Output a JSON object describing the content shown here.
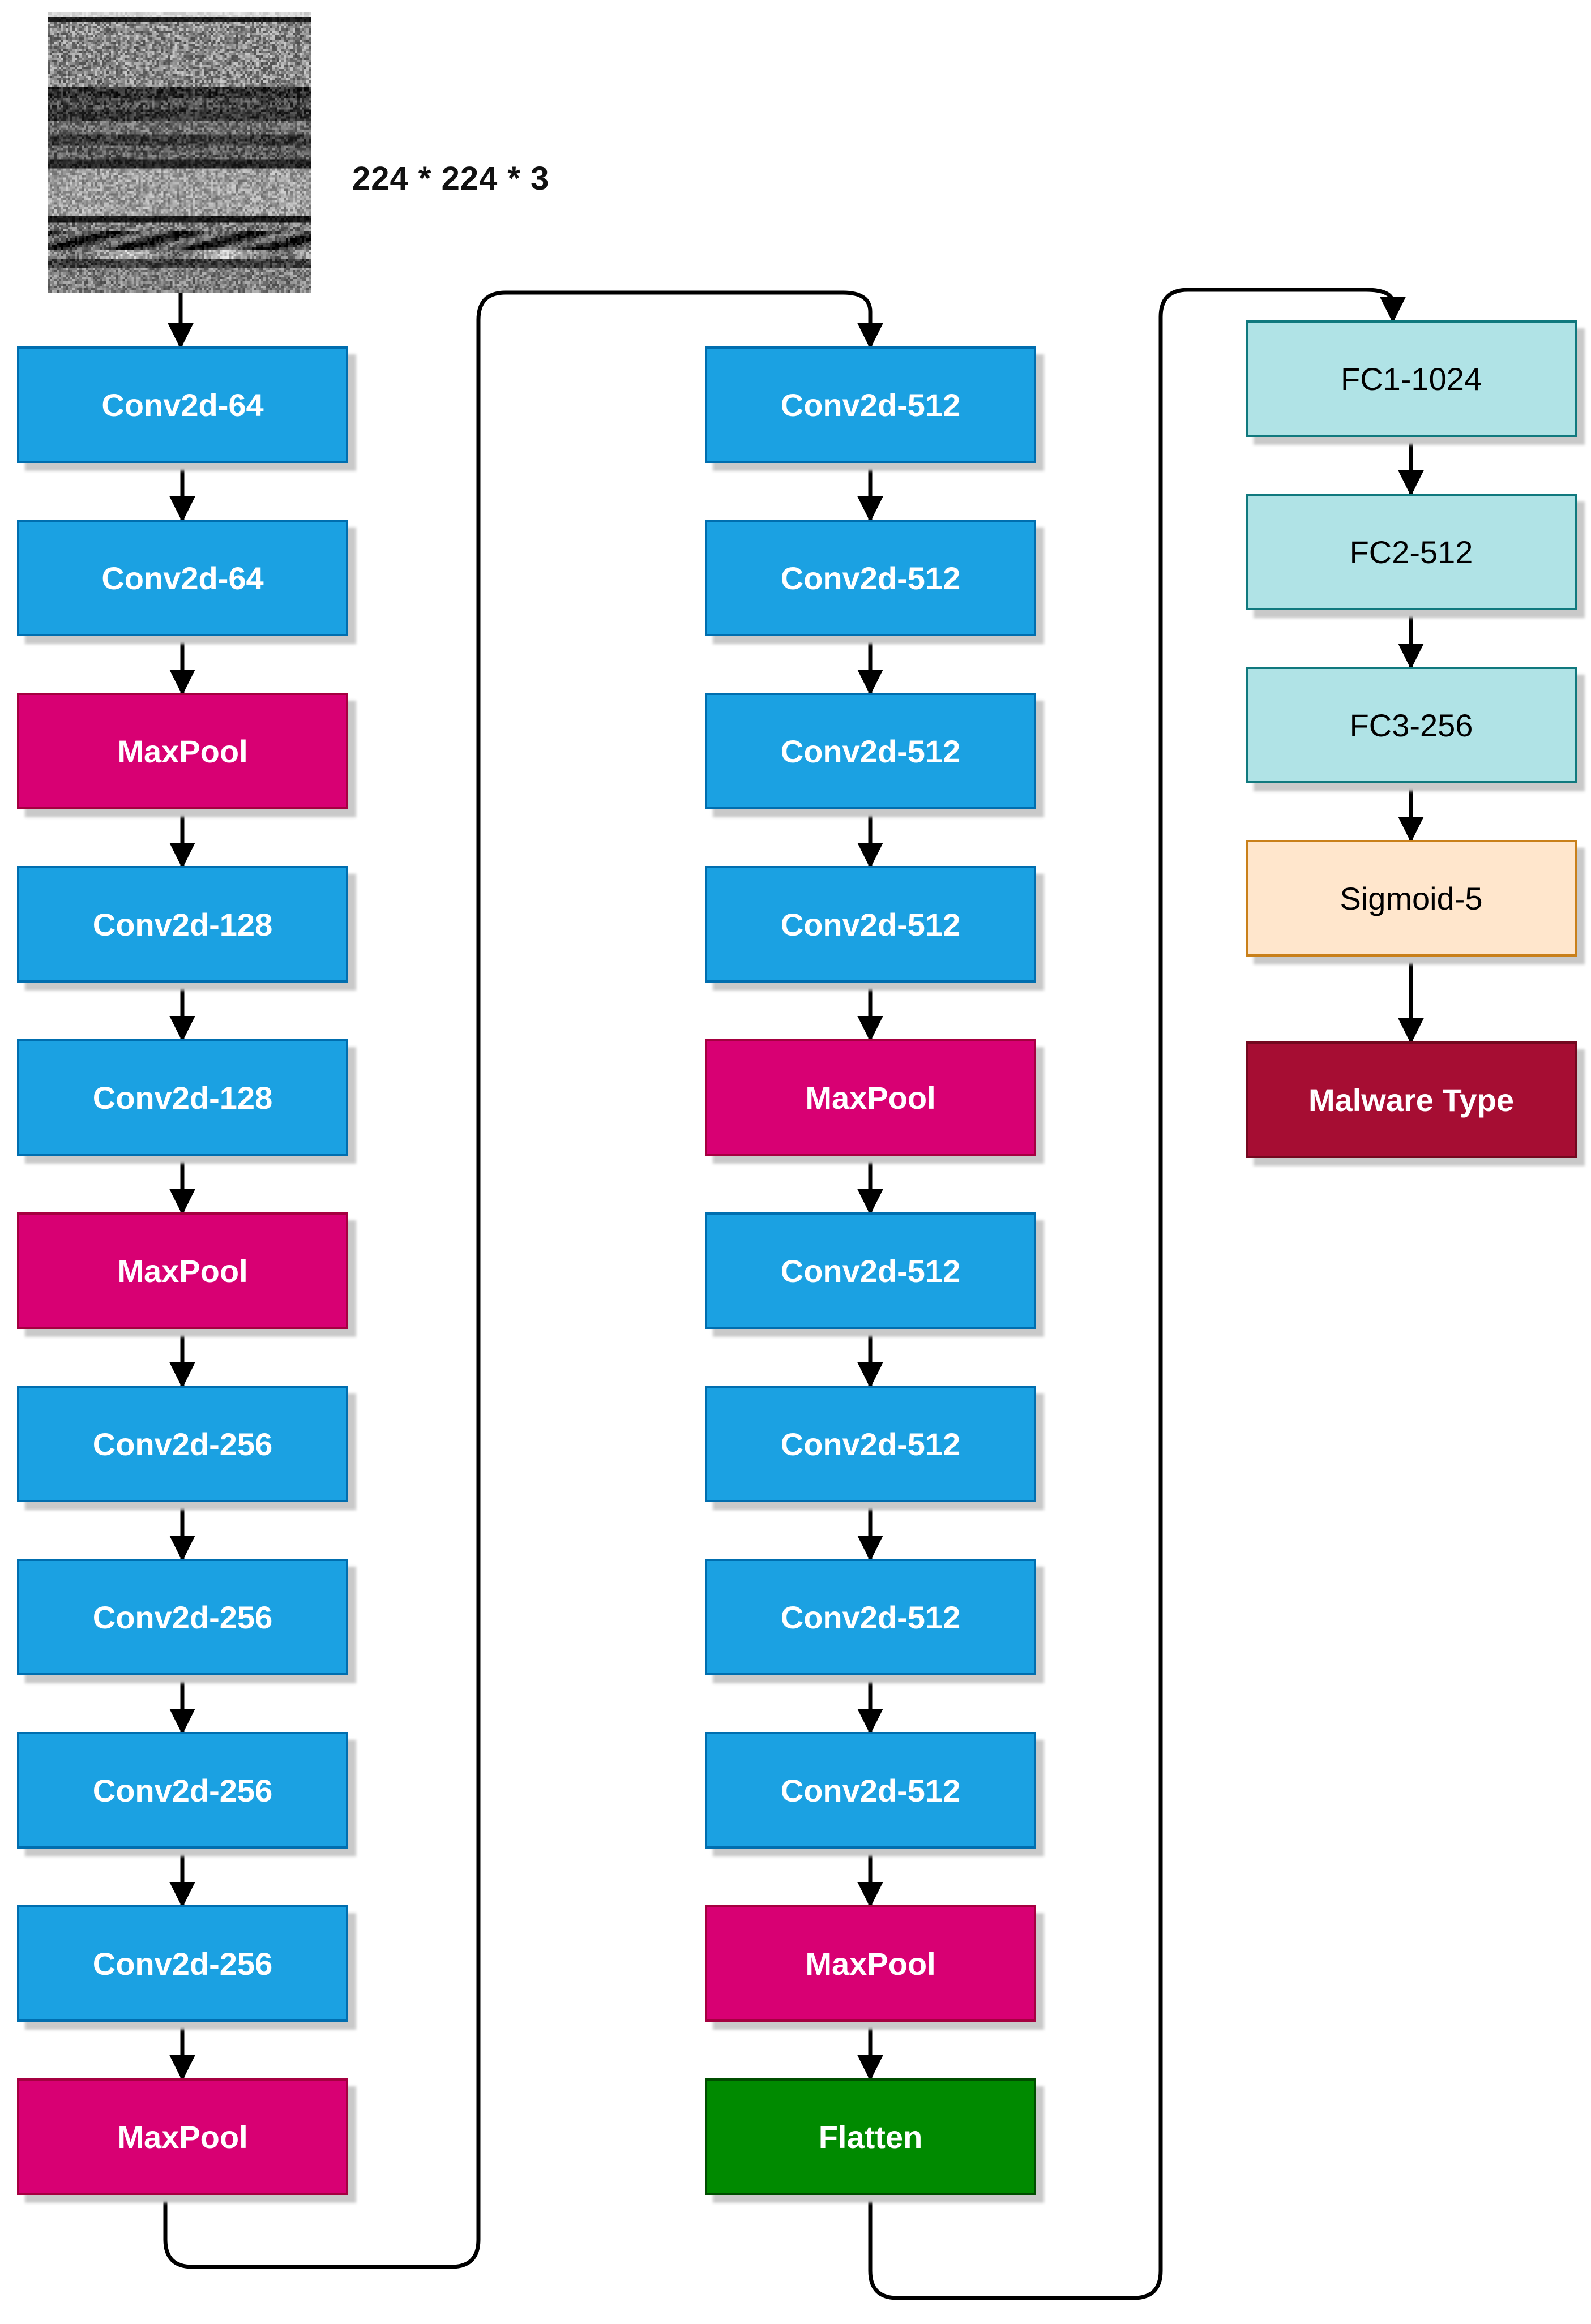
{
  "input": {
    "label": "224 * 224 * 3",
    "image_alt": "grayscale malware binary visualized as noise texture"
  },
  "palette": {
    "conv": {
      "fill": "#1BA1E2",
      "stroke": "#006EAF",
      "text": "#FFFFFF",
      "bold": true
    },
    "pool": {
      "fill": "#D80073",
      "stroke": "#A50040",
      "text": "#FFFFFF",
      "bold": true
    },
    "flatten": {
      "fill": "#008A00",
      "stroke": "#004D00",
      "text": "#FFFFFF",
      "bold": true
    },
    "fc": {
      "fill": "#B0E3E6",
      "stroke": "#10797E",
      "text": "#000000",
      "bold": false
    },
    "activation": {
      "fill": "#FFE6CC",
      "stroke": "#C9801A",
      "text": "#000000",
      "bold": false
    },
    "output": {
      "fill": "#A60D33",
      "stroke": "#73081F",
      "text": "#FFFFFF",
      "bold": true
    },
    "arrow": "#000000"
  },
  "columns": [
    {
      "name": "feature-block-1",
      "nodes": [
        {
          "label": "Conv2d-64",
          "type": "conv"
        },
        {
          "label": "Conv2d-64",
          "type": "conv"
        },
        {
          "label": "MaxPool",
          "type": "pool"
        },
        {
          "label": "Conv2d-128",
          "type": "conv"
        },
        {
          "label": "Conv2d-128",
          "type": "conv"
        },
        {
          "label": "MaxPool",
          "type": "pool"
        },
        {
          "label": "Conv2d-256",
          "type": "conv"
        },
        {
          "label": "Conv2d-256",
          "type": "conv"
        },
        {
          "label": "Conv2d-256",
          "type": "conv"
        },
        {
          "label": "Conv2d-256",
          "type": "conv"
        },
        {
          "label": "MaxPool",
          "type": "pool"
        }
      ]
    },
    {
      "name": "feature-block-2",
      "nodes": [
        {
          "label": "Conv2d-512",
          "type": "conv"
        },
        {
          "label": "Conv2d-512",
          "type": "conv"
        },
        {
          "label": "Conv2d-512",
          "type": "conv"
        },
        {
          "label": "Conv2d-512",
          "type": "conv"
        },
        {
          "label": "MaxPool",
          "type": "pool"
        },
        {
          "label": "Conv2d-512",
          "type": "conv"
        },
        {
          "label": "Conv2d-512",
          "type": "conv"
        },
        {
          "label": "Conv2d-512",
          "type": "conv"
        },
        {
          "label": "Conv2d-512",
          "type": "conv"
        },
        {
          "label": "MaxPool",
          "type": "pool"
        },
        {
          "label": "Flatten",
          "type": "flatten"
        }
      ]
    },
    {
      "name": "classifier-head",
      "nodes": [
        {
          "label": "FC1-1024",
          "type": "fc"
        },
        {
          "label": "FC2-512",
          "type": "fc"
        },
        {
          "label": "FC3-256",
          "type": "fc"
        },
        {
          "label": "Sigmoid-5",
          "type": "activation"
        },
        {
          "label": "Malware Type",
          "type": "output"
        }
      ]
    }
  ]
}
